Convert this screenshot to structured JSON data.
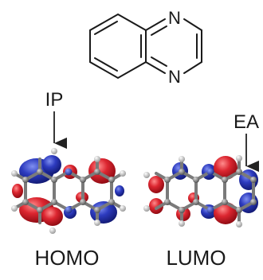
{
  "structure": {
    "atoms": [
      {
        "symbol": "N",
        "label": "N"
      },
      {
        "symbol": "N",
        "label": "N"
      }
    ]
  },
  "orbitals": [
    {
      "name": "HOMO",
      "label": "HOMO"
    },
    {
      "name": "LUMO",
      "label": "LUMO"
    }
  ],
  "annotations": {
    "ip": "IP",
    "ea": "EA"
  },
  "colors": {
    "positive_lobe": "#d41f2a",
    "negative_lobe": "#2b37b8",
    "carbon": "#7c7c7c",
    "hydrogen": "#e4e4e4",
    "nitrogen": "#2f49b8",
    "bond": "#7a7a7a",
    "line": "#222222"
  }
}
